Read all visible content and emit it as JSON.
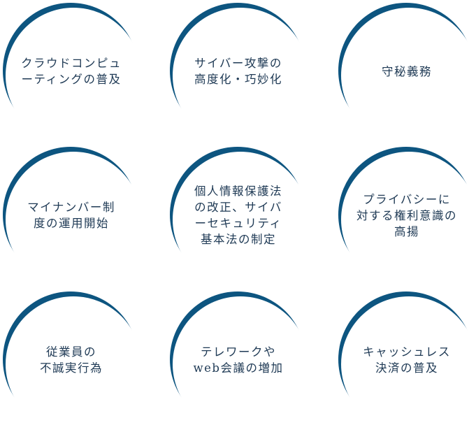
{
  "accent_color": "#0d5580",
  "items": [
    {
      "lines": [
        "クラウドコンピュ",
        "ーティングの普及"
      ]
    },
    {
      "lines": [
        "サイバー攻撃の",
        "高度化・巧妙化"
      ]
    },
    {
      "lines": [
        "守秘義務"
      ]
    },
    {
      "lines": [
        "マイナンバー制",
        "度の運用開始"
      ]
    },
    {
      "lines": [
        "個人情報保護法",
        "の改正、サイバ",
        "ーセキュリティ",
        "基本法の制定"
      ]
    },
    {
      "lines": [
        "プライバシーに",
        "対する権利意識の",
        "高揚"
      ]
    },
    {
      "lines": [
        "従業員の",
        "不誠実行為"
      ]
    },
    {
      "lines": [
        "テレワークや",
        "web会議の増加"
      ]
    },
    {
      "lines": [
        "キャッシュレス",
        "決済の普及"
      ]
    }
  ]
}
